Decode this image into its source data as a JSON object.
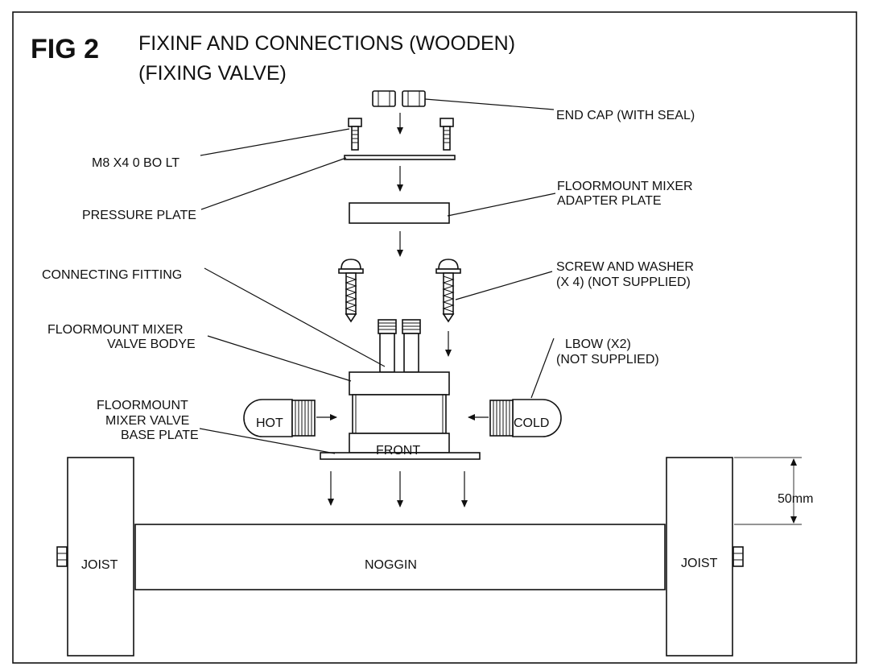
{
  "figure": {
    "number": "FIG 2",
    "title_line1": "FIXINF AND CONNECTIONS (WOODEN)",
    "title_line2": "(FIXING VALVE)"
  },
  "labels": {
    "end_cap": "END CAP (WITH SEAL)",
    "bolt": "M8 X4 0  BO LT",
    "adapter_line1": "FLOORMOUNT MIXER",
    "adapter_line2": "ADAPTER PLATE",
    "pressure_plate": "PRESSURE PLATE",
    "connecting_fitting": "CONNECTING FITTING",
    "screw_line1": "SCREW AND WASHER",
    "screw_line2": "(X 4) (NOT SUPPLIED)",
    "valve_body_line1": "FLOORMOUNT MIXER",
    "valve_body_line2": "VALVE BODYE",
    "elbow_line1": "LBOW (X2)",
    "elbow_line2": "(NOT SUPPLIED)",
    "base_line1": "FLOORMOUNT",
    "base_line2": "MIXER VALVE",
    "base_line3": "BASE PLATE",
    "hot": "HOT",
    "cold": "COLD",
    "front": "FRONT",
    "joist_left": "JOIST",
    "joist_right": "JOIST",
    "noggin": "NOGGIN",
    "dimension": "50mm"
  }
}
